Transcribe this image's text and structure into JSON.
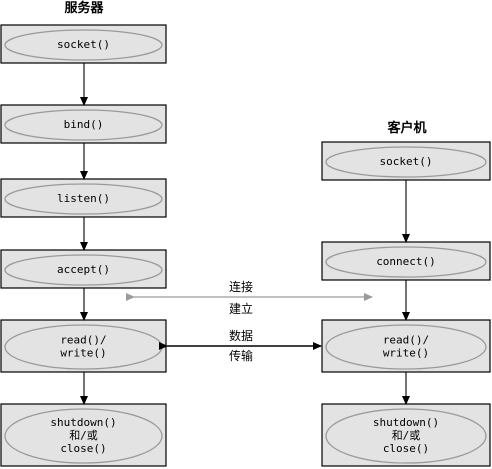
{
  "server": {
    "title": "服务器",
    "steps": [
      {
        "lines": [
          "socket()"
        ]
      },
      {
        "lines": [
          "bind()"
        ]
      },
      {
        "lines": [
          "listen()"
        ]
      },
      {
        "lines": [
          "accept()"
        ]
      },
      {
        "lines": [
          "read()/",
          "write()"
        ]
      },
      {
        "lines": [
          "shutdown()",
          "和/或",
          "close()"
        ]
      }
    ]
  },
  "client": {
    "title": "客户机",
    "steps": [
      {
        "lines": [
          "socket()"
        ]
      },
      {
        "lines": [
          "connect()"
        ]
      },
      {
        "lines": [
          "read()/",
          "write()"
        ]
      },
      {
        "lines": [
          "shutdown()",
          "和/或",
          "close()"
        ]
      }
    ]
  },
  "links": {
    "connect": {
      "label_lines": [
        "连接",
        "建立"
      ]
    },
    "transfer": {
      "label_lines": [
        "数据",
        "传输"
      ]
    }
  },
  "colors": {
    "box_fill": "#e3e3e3",
    "ellipse_stroke": "#9a9a9a",
    "connect_arrow": "#9a9a9a",
    "transfer_arrow": "#000000"
  }
}
